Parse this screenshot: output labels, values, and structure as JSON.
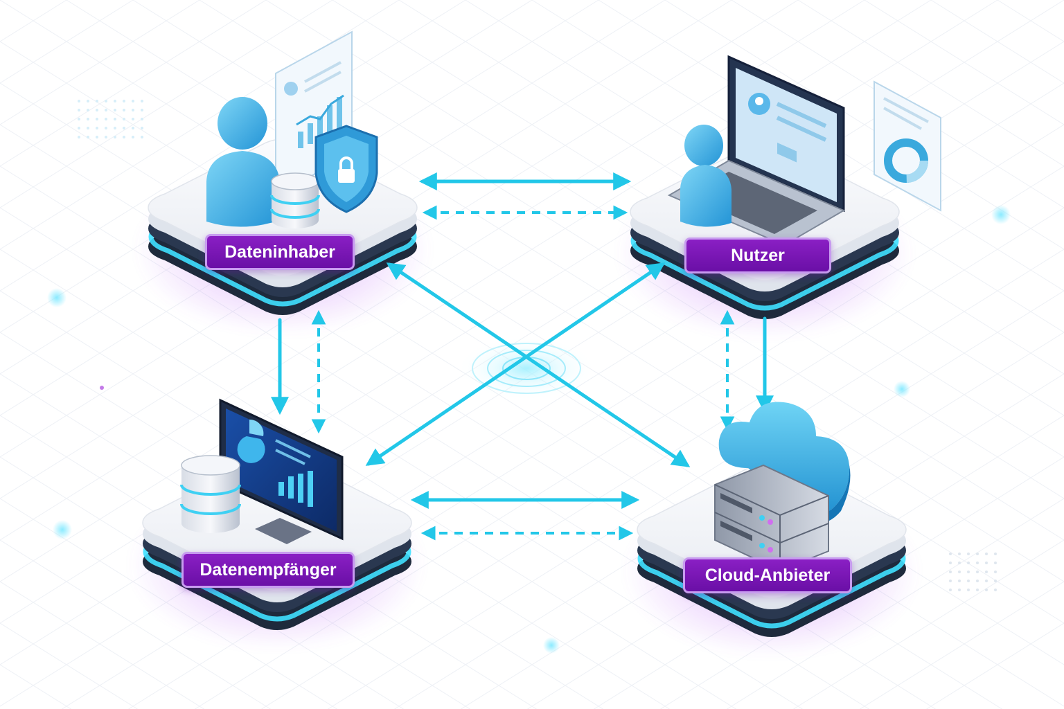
{
  "nodes": {
    "data_holder": {
      "label": "Dateninhaber"
    },
    "user": {
      "label": "Nutzer"
    },
    "data_recipient": {
      "label": "Datenempfänger"
    },
    "cloud_provider": {
      "label": "Cloud-Anbieter"
    }
  },
  "connections": [
    {
      "from": "data_holder",
      "to": "user",
      "style": "solid",
      "direction": "both"
    },
    {
      "from": "data_holder",
      "to": "user",
      "style": "dashed",
      "direction": "both"
    },
    {
      "from": "data_holder",
      "to": "data_recipient",
      "style": "solid",
      "direction": "forward"
    },
    {
      "from": "data_holder",
      "to": "data_recipient",
      "style": "dashed",
      "direction": "both"
    },
    {
      "from": "user",
      "to": "cloud_provider",
      "style": "solid",
      "direction": "forward"
    },
    {
      "from": "user",
      "to": "cloud_provider",
      "style": "dashed",
      "direction": "both"
    },
    {
      "from": "data_recipient",
      "to": "cloud_provider",
      "style": "solid",
      "direction": "both"
    },
    {
      "from": "data_recipient",
      "to": "cloud_provider",
      "style": "dashed",
      "direction": "both"
    },
    {
      "from": "data_holder",
      "to": "cloud_provider",
      "style": "solid",
      "direction": "both"
    },
    {
      "from": "data_recipient",
      "to": "user",
      "style": "solid",
      "direction": "both"
    }
  ],
  "colors": {
    "arrow": "#22c7e8",
    "label_bg": "#7a14b8",
    "label_border": "#c79bef",
    "icon_blue": "#3fb6ec",
    "platform_top": "#f3f5f8",
    "platform_base": "#1e2a3c",
    "glow_cyan": "#3fe0ff",
    "glow_purple": "#b45cf0"
  }
}
